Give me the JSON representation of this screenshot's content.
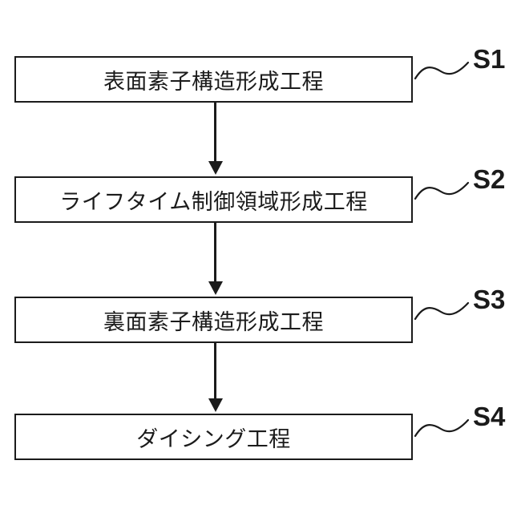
{
  "figure": {
    "type": "flowchart",
    "colors": {
      "bg": "#ffffff",
      "line": "#1b1b1b",
      "text": "#1b1b1b"
    },
    "steps": [
      {
        "title": "表面素子構造形成工程",
        "ref": "S1"
      },
      {
        "title": "ライフタイム制御領域形成工程",
        "ref": "S2"
      },
      {
        "title": "裏面素子構造形成工程",
        "ref": "S3"
      },
      {
        "title": "ダイシング工程",
        "ref": "S4"
      }
    ]
  }
}
